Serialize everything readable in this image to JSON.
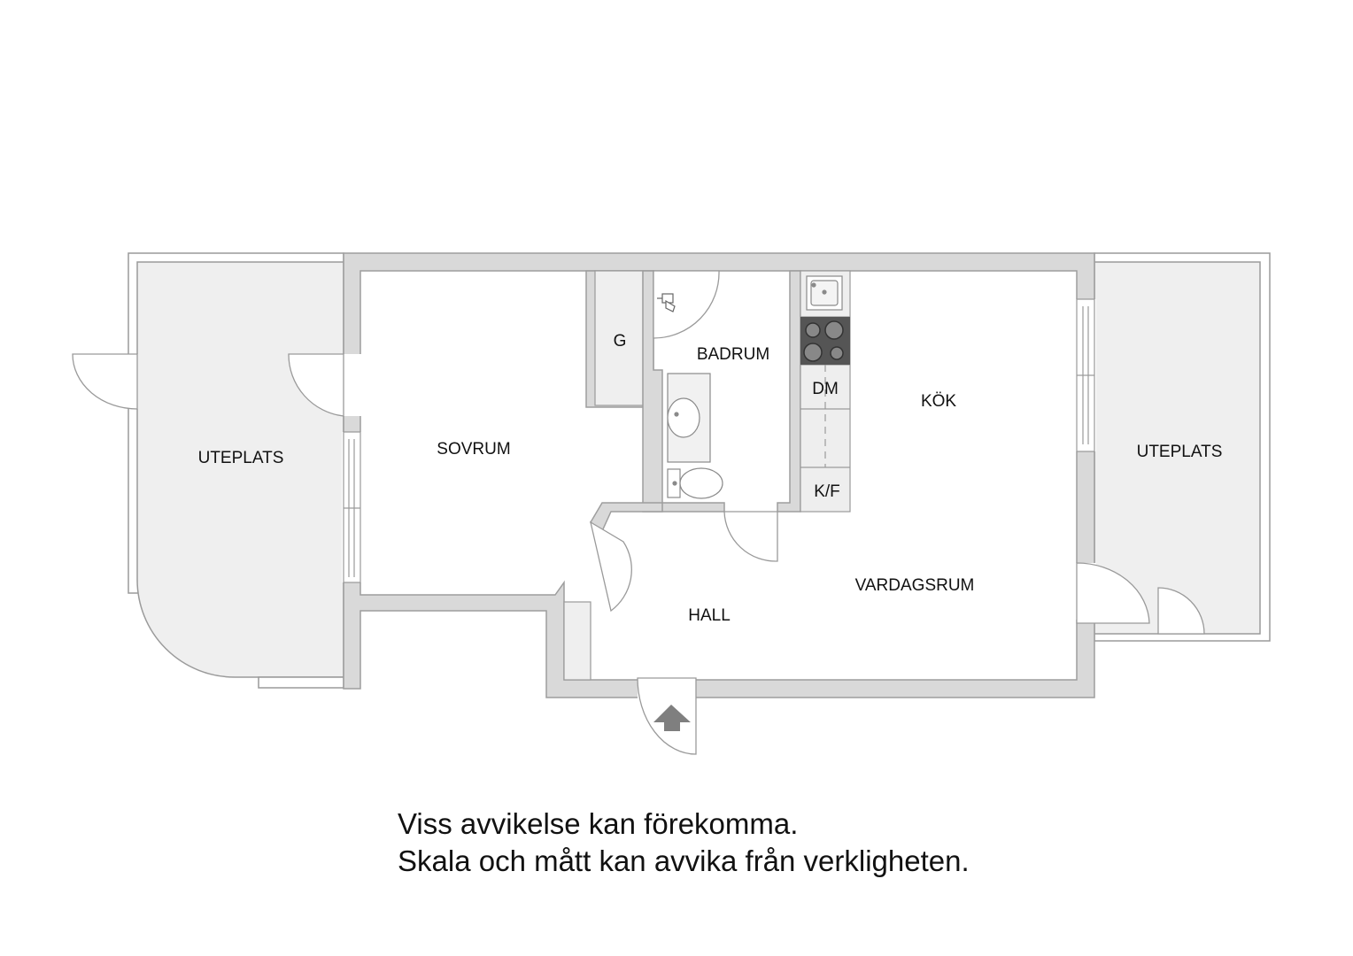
{
  "colors": {
    "wall": "#d9d9d9",
    "wall_stroke": "#9e9e9e",
    "terrace": "#efefef",
    "line": "#9a9a9a",
    "stove": "#555555",
    "arrow": "#7f7f7f"
  },
  "rooms": {
    "uteplats_left": "UTEPLATS",
    "sovrum": "SOVRUM",
    "garderob": "G",
    "badrum": "BADRUM",
    "kok": "KÖK",
    "uteplats_right": "UTEPLATS",
    "hall": "HALL",
    "vardagsrum": "VARDAGSRUM"
  },
  "fixtures": {
    "diskmaskin": "DM",
    "kyl_frys": "K/F"
  },
  "icons": {
    "entrance": "entrance-arrow-icon",
    "stove": "stove-icon",
    "sink": "sink-icon",
    "toilet": "toilet-icon",
    "basin": "wash-basin-icon",
    "shower": "shower-icon"
  },
  "disclaimer": {
    "line1": "Viss avvikelse kan förekomma.",
    "line2": "Skala och mått kan avvika från verkligheten."
  }
}
